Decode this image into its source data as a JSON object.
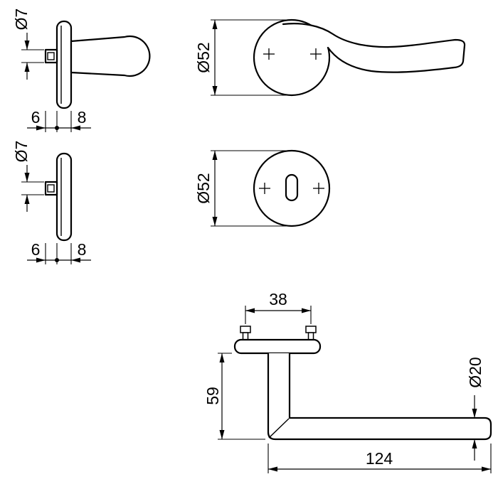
{
  "drawing": {
    "background": "#ffffff",
    "line_color": "#000000",
    "views": {
      "handle_side": {
        "dim_spindle_diameter": "Ø7",
        "dim_offset_front": "6",
        "dim_offset_back": "8"
      },
      "handle_front": {
        "dim_rose_diameter": "Ø52"
      },
      "escutcheon_side": {
        "dim_spindle_diameter": "Ø7",
        "dim_offset_front": "6",
        "dim_offset_back": "8"
      },
      "escutcheon_front": {
        "dim_rose_diameter": "Ø52"
      },
      "handle_profile": {
        "dim_screw_spacing": "38",
        "dim_projection": "59",
        "dim_grip_diameter": "Ø20",
        "dim_grip_length": "124"
      }
    }
  }
}
